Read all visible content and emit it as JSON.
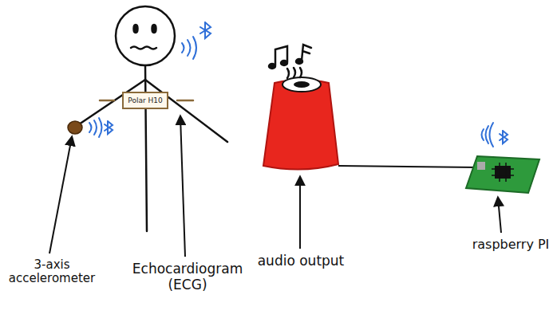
{
  "diagram": {
    "nodes": [
      {
        "text": [
          "Polar H10"
        ]
      }
    ],
    "labels": [
      "3-axis accelerometer",
      "Echocardiogram (ECG)",
      "audio output",
      "raspberry PI"
    ]
  }
}
